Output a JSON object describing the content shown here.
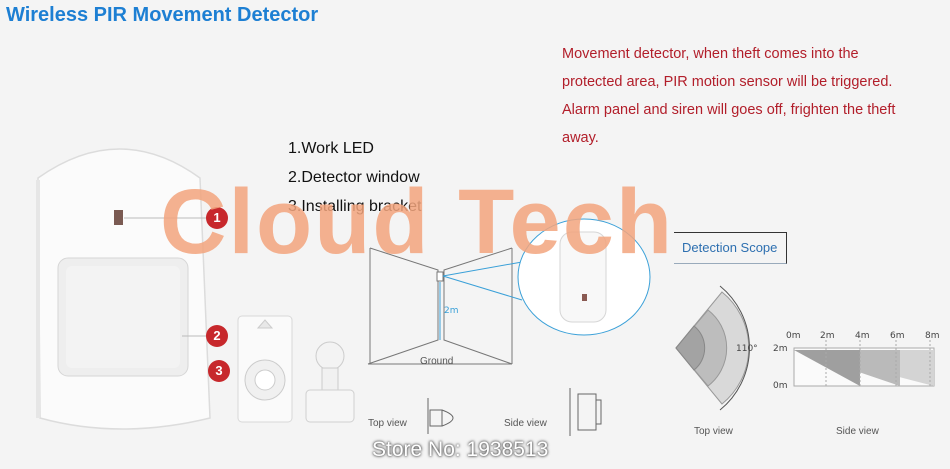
{
  "title": "Wireless PIR Movement Detector",
  "description": [
    "Movement detector, when theft comes into the",
    "protected area, PIR motion sensor will be triggered.",
    "Alarm panel and siren will goes off, frighten the theft",
    "away."
  ],
  "features": [
    "1.Work LED",
    "2.Detector window",
    "3.Installing bracket"
  ],
  "markers": [
    "1",
    "2",
    "3"
  ],
  "watermark": "Cloud Tech",
  "store": "Store No: 1938513",
  "scope": {
    "heading": "Detection Scope",
    "angle": "110°",
    "top_view": "Top view",
    "side_view": "Side view",
    "distances": [
      "0m",
      "2m",
      "4m",
      "6m",
      "8m"
    ],
    "heights": [
      "2m",
      "0m"
    ]
  },
  "install": {
    "height": "2m",
    "ground": "Ground",
    "top_view": "Top view",
    "side_view": "Side view"
  },
  "colors": {
    "title": "#1d7fd3",
    "description": "#b21e2a",
    "watermark": "#f3a57e",
    "marker": "#c7282c"
  }
}
